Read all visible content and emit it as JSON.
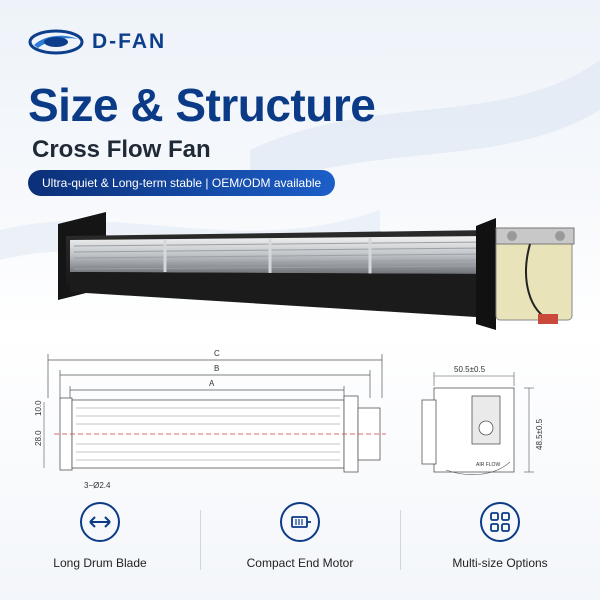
{
  "brand": {
    "name": "D-FAN",
    "logo_icon": "swirl-logo-icon",
    "color": "#0d3e8c"
  },
  "headline": "Size & Structure",
  "subhead": "Cross Flow Fan",
  "tagline": "Ultra-quiet & Long-term stable | OEM/ODM available",
  "drawing": {
    "dim_c": "C",
    "dim_b": "B",
    "dim_a": "A",
    "dim_10": "10.0",
    "dim_28": "28.0",
    "holes": "3−Ø2.4",
    "width": "50.5±0.5",
    "height": "48.5±0.5",
    "air_flow": "AIR FLOW"
  },
  "features": [
    {
      "icon": "double-arrow-icon",
      "label": "Long Drum Blade"
    },
    {
      "icon": "motor-icon",
      "label": "Compact End Motor"
    },
    {
      "icon": "grid-squares-icon",
      "label": "Multi-size Options"
    }
  ],
  "colors": {
    "primary": "#0b3a86",
    "accent": "#1c5ec8"
  }
}
